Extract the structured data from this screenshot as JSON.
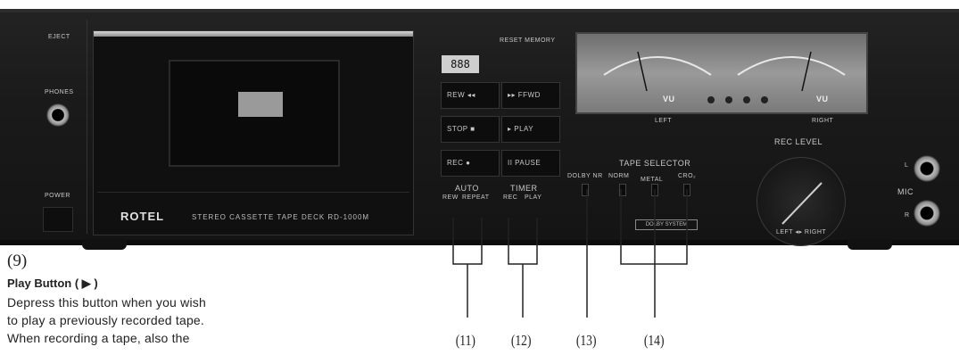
{
  "deck": {
    "brand": "ROTEL",
    "model_text": "STEREO CASSETTE TAPE DECK RD-1000M",
    "eject_label": "EJECT",
    "phones_label": "PHONES",
    "power_label": "POWER",
    "reset_memory_label": "RESET MEMORY",
    "counter": "888",
    "buttons": {
      "rew": "REW ◂◂",
      "ffwd": "▸▸ FFWD",
      "stop": "STOP ■",
      "play": "▸ PLAY",
      "rec": "REC ●",
      "pause": "II PAUSE"
    },
    "auto": {
      "title": "AUTO",
      "rew": "REW",
      "repeat": "REPEAT"
    },
    "timer": {
      "title": "TIMER",
      "rec": "REC",
      "play": "PLAY"
    },
    "meter": {
      "left": "LEFT",
      "right": "RIGHT",
      "vu_left": "VU",
      "vu_right": "VU"
    },
    "tape_selector": {
      "title": "TAPE SELECTOR",
      "dolby_nr": "DOLBY NR",
      "norm": "NORM",
      "metal": "METAL",
      "crox": "CrO₂"
    },
    "dolby_badge": "DOLBY SYSTEM",
    "rec_level": {
      "title": "REC LEVEL",
      "bottom": "LEFT ◂▸ RIGHT"
    },
    "mic": {
      "label": "MIC",
      "l": "L",
      "r": "R"
    }
  },
  "callouts": [
    "(11)",
    "(12)",
    "(13)",
    "(14)"
  ],
  "caption": {
    "number": "(9)",
    "title": "Play Button ( ▶ )",
    "line1": "Depress this button when you wish",
    "line2": "to play a previously recorded tape.",
    "line3": "When recording a tape, also the"
  }
}
